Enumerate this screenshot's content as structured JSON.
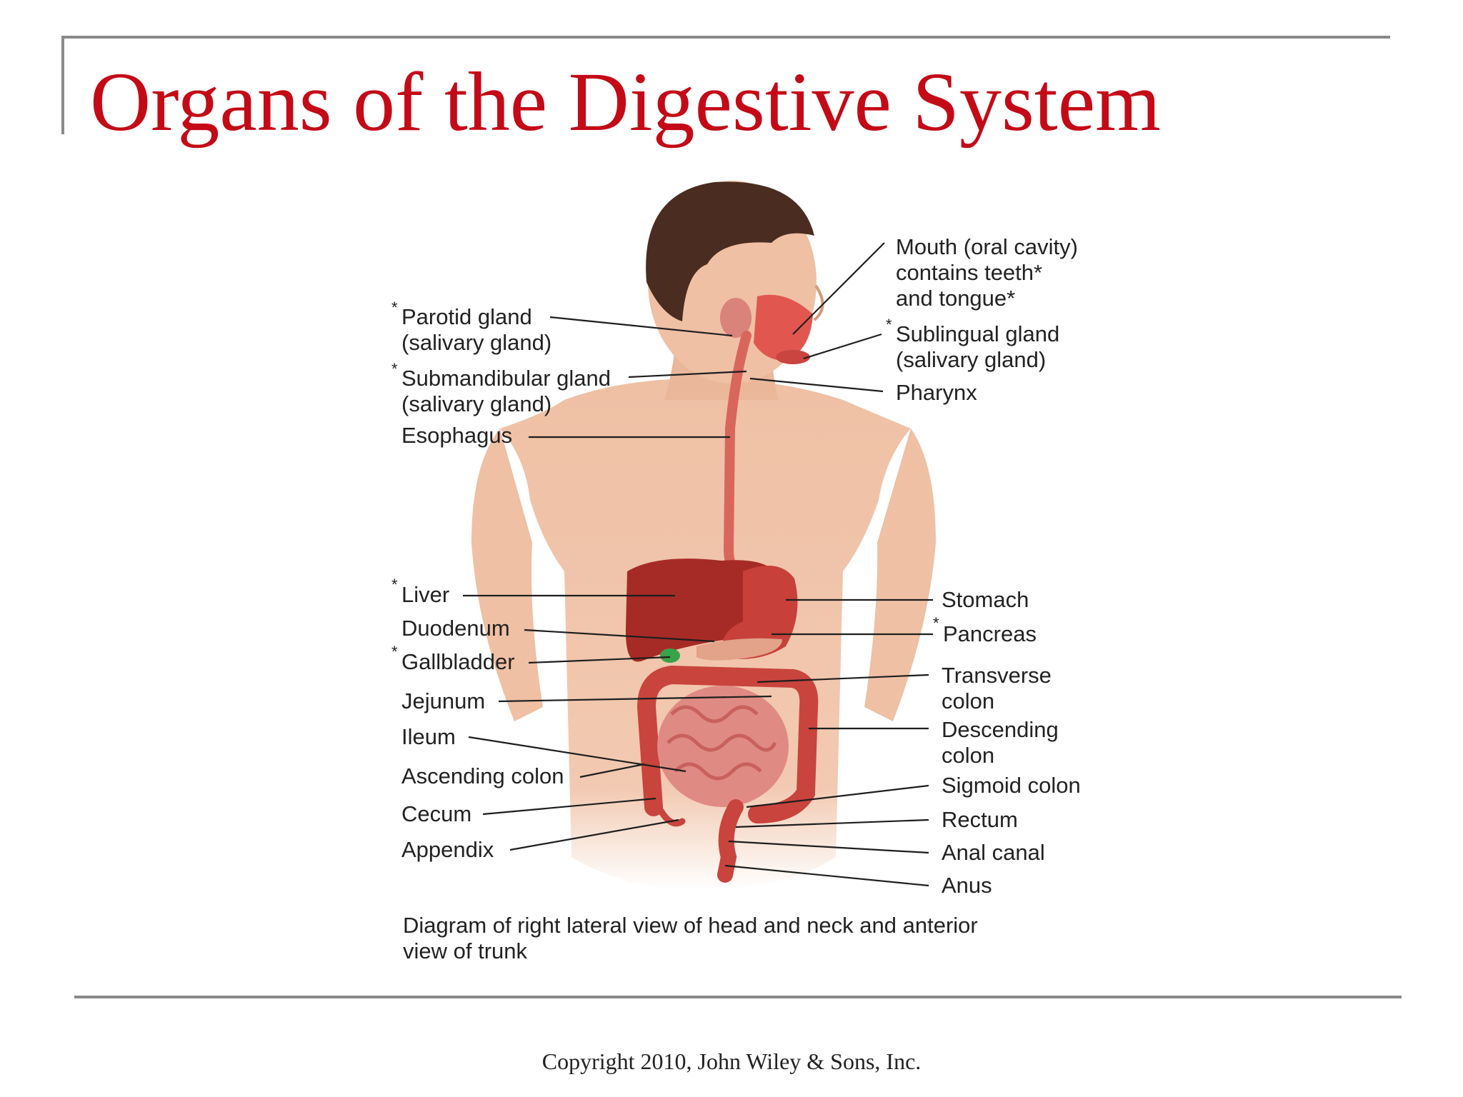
{
  "slide": {
    "title": "Organs of the Digestive System",
    "footer": "Copyright 2010, John Wiley & Sons, Inc."
  },
  "diagram": {
    "labels": {
      "parotid": {
        "star": "*",
        "lines": [
          "Parotid gland",
          "(salivary gland)"
        ]
      },
      "submandibular": {
        "star": "*",
        "lines": [
          "Submandibular gland",
          "(salivary gland)"
        ]
      },
      "esophagus": {
        "lines": [
          "Esophagus"
        ]
      },
      "liver": {
        "star": "*",
        "lines": [
          "Liver"
        ]
      },
      "duodenum": {
        "lines": [
          "Duodenum"
        ]
      },
      "gallbladder": {
        "star": "*",
        "lines": [
          "Gallbladder"
        ]
      },
      "jejunum": {
        "lines": [
          "Jejunum"
        ]
      },
      "ileum": {
        "lines": [
          "Ileum"
        ]
      },
      "ascending_colon": {
        "lines": [
          "Ascending colon"
        ]
      },
      "cecum": {
        "lines": [
          "Cecum"
        ]
      },
      "appendix": {
        "lines": [
          "Appendix"
        ]
      },
      "mouth": {
        "lines": [
          "Mouth (oral cavity)",
          "contains teeth*",
          "and tongue*"
        ]
      },
      "sublingual": {
        "star": "*",
        "lines": [
          "Sublingual gland",
          "(salivary gland)"
        ]
      },
      "pharynx": {
        "lines": [
          "Pharynx"
        ]
      },
      "stomach": {
        "lines": [
          "Stomach"
        ]
      },
      "pancreas": {
        "star": "*",
        "lines": [
          "Pancreas"
        ]
      },
      "transverse_colon": {
        "lines": [
          "Transverse",
          "colon"
        ]
      },
      "descending_colon": {
        "lines": [
          "Descending",
          "colon"
        ]
      },
      "sigmoid_colon": {
        "lines": [
          "Sigmoid colon"
        ]
      },
      "rectum": {
        "lines": [
          "Rectum"
        ]
      },
      "anal_canal": {
        "lines": [
          "Anal canal"
        ]
      },
      "anus": {
        "lines": [
          "Anus"
        ]
      }
    },
    "caption": [
      "Diagram of right lateral view of head and neck and anterior",
      "view of trunk"
    ],
    "colors": {
      "title": "#c40a17",
      "skin": "#efc0a4",
      "hair": "#4a2c20",
      "organ": "#b0302a",
      "intestine": "#e08a84"
    }
  }
}
